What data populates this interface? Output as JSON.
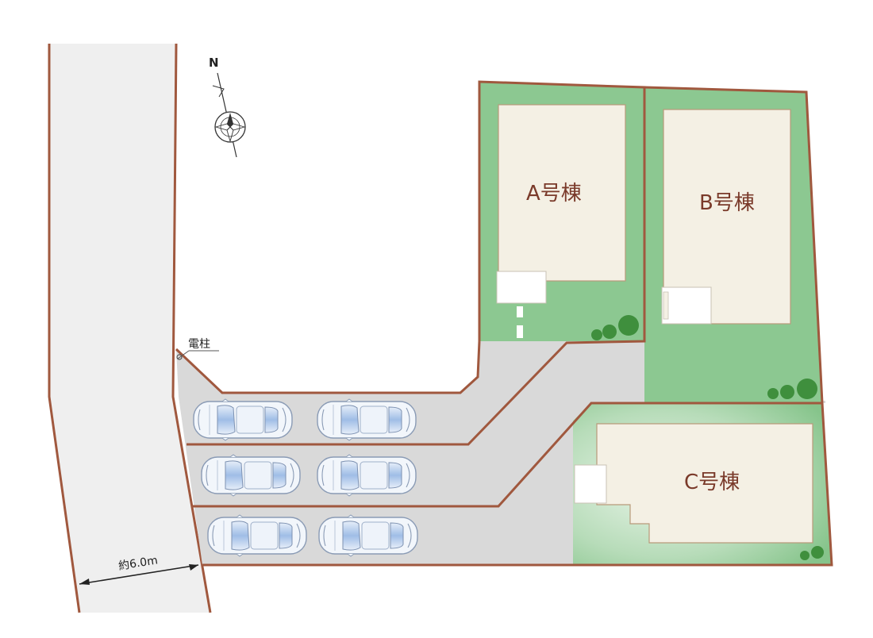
{
  "colors": {
    "road": "#efefef",
    "border": "#a0583e",
    "lawn": "#8cc891",
    "lawn_light": "#c4e3c6",
    "building": "#f4f0e4",
    "parking": "#d9d9d9",
    "tree": "#3f8f3d",
    "car_body": "#f2f6fb",
    "car_glass": "#a9c4e8"
  },
  "compass": {
    "label": "N",
    "icon": "compass-rose-icon"
  },
  "utility_pole": {
    "label": "電柱"
  },
  "road_width": {
    "label": "約6.0m"
  },
  "buildings": {
    "a": {
      "label": "A号棟"
    },
    "b": {
      "label": "B号棟"
    },
    "c": {
      "label": "C号棟"
    }
  }
}
